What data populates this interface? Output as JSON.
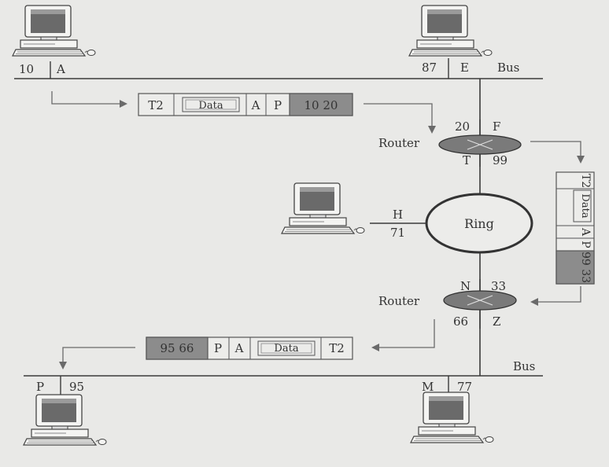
{
  "hosts": {
    "a": {
      "port": "10",
      "name": "A"
    },
    "e": {
      "port": "87",
      "name": "E"
    },
    "h": {
      "name": "H",
      "port": "71"
    },
    "p": {
      "name": "P",
      "port": "95"
    },
    "m": {
      "name": "M",
      "port": "77"
    }
  },
  "networks": {
    "bus_top": "Bus",
    "bus_bottom": "Bus",
    "ring": "Ring"
  },
  "routers": {
    "r1": {
      "label": "Router",
      "port_top_left": "20",
      "port_top_right": "F",
      "port_bottom_left": "T",
      "port_bottom_right": "99"
    },
    "r2": {
      "label": "Router",
      "port_top_left": "N",
      "port_top_right": "33",
      "port_bottom_left": "66",
      "port_bottom_right": "Z"
    }
  },
  "frames": {
    "f1": {
      "trailer": "T2",
      "data": "Data",
      "a": "A",
      "p": "P",
      "addr": "10 20"
    },
    "f2": {
      "trailer": "T2",
      "data": "Data",
      "a": "A",
      "p": "P",
      "addr": "99 33"
    },
    "f3": {
      "addr": "95 66",
      "p": "P",
      "a": "A",
      "data": "Data",
      "trailer": "T2"
    }
  },
  "colors": {
    "line": "#3a3a3a",
    "arrow": "#6a6a6a",
    "header_fill": "#8c8c8c",
    "box_fill": "#ececea",
    "background": "#e9e9e7"
  }
}
